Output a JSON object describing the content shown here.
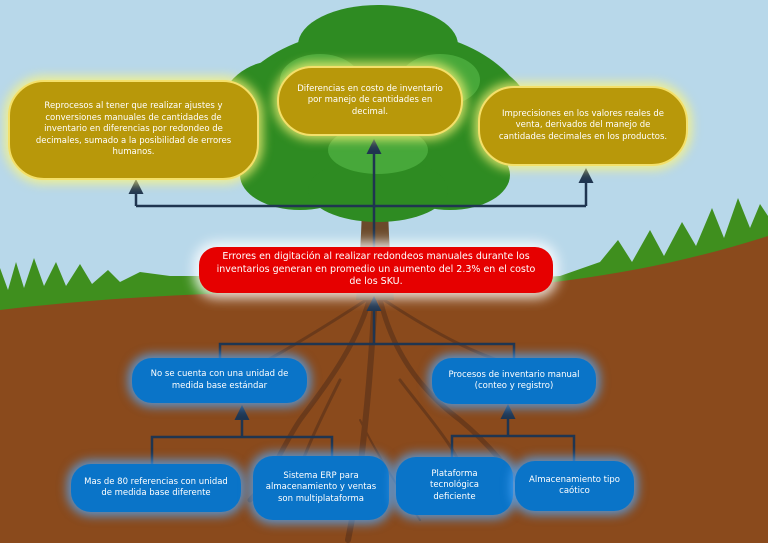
{
  "problem": {
    "text": "Errores en digitación al realizar redondeos manuales durante los inventarios generan en promedio un aumento del 2.3% en el costo de los SKU."
  },
  "effects": [
    {
      "text": "Reprocesos al tener que realizar ajustes y conversiones manuales de cantidades de inventario en diferencias por redondeo de decimales, sumado a la posibilidad de errores humanos."
    },
    {
      "text": "Diferencias en costo de inventario por manejo de cantidades en decimal."
    },
    {
      "text": "Imprecisiones en los valores reales de venta, derivados del manejo de cantidades decimales en los productos."
    }
  ],
  "causes": [
    {
      "text": "No se cuenta con una unidad de medida base estándar"
    },
    {
      "text": "Procesos de inventario manual (conteo y registro)"
    }
  ],
  "sub_causes": [
    {
      "text": "Mas de 80 referencias con unidad de medida base diferente"
    },
    {
      "text": "Sistema ERP para almacenamiento y ventas son multiplataforma"
    },
    {
      "text": "Plataforma tecnológica deficiente"
    },
    {
      "text": "Almacenamiento tipo caótico"
    }
  ],
  "colors": {
    "sky": "#b8d8ea",
    "grass": "#3f8f1e",
    "soil": "#8a4a1c",
    "foliage": "#2e8b22",
    "trunk": "#6b4a2a",
    "effect_box": "#b8980a",
    "problem_box": "#e60000",
    "cause_box": "#0a74c8",
    "connector": "#1f3550"
  }
}
